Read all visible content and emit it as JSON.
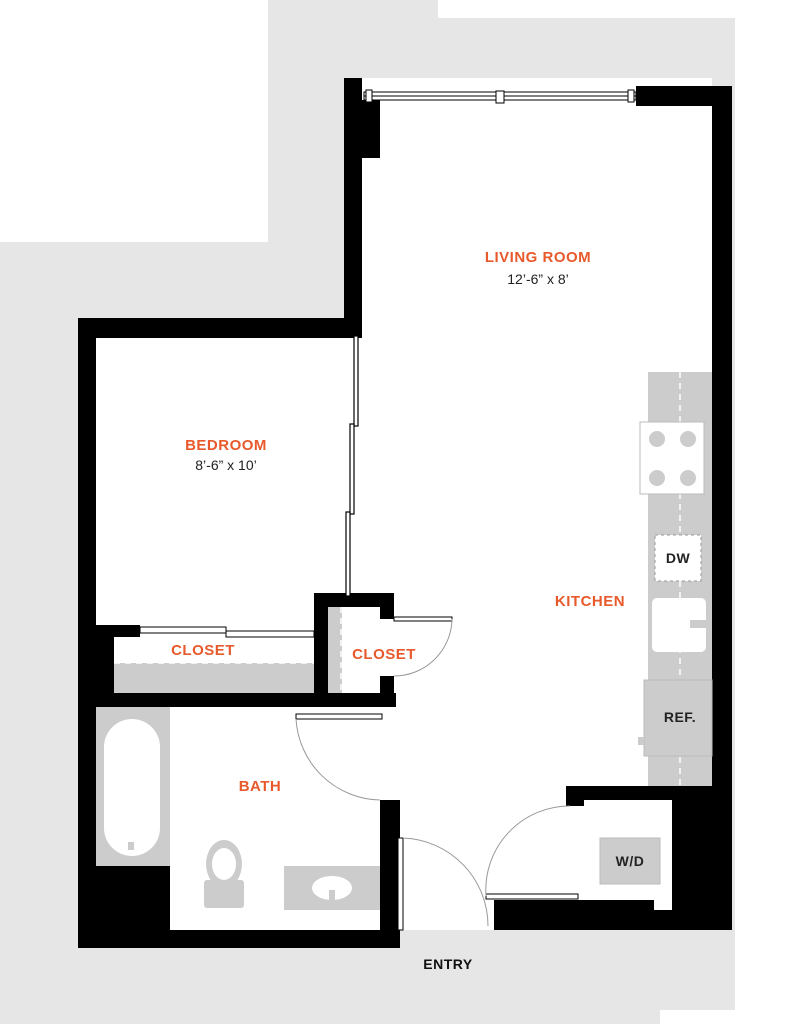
{
  "rooms": {
    "living_room": {
      "name": "LIVING ROOM",
      "dims": "12’-6” x  8’"
    },
    "bedroom": {
      "name": "BEDROOM",
      "dims": "8’-6” x  10’"
    },
    "kitchen": {
      "name": "KITCHEN"
    },
    "bath": {
      "name": "BATH"
    },
    "bedroom_closet": {
      "name": "CLOSET"
    },
    "hall_closet": {
      "name": "CLOSET"
    }
  },
  "appliances": {
    "dishwasher": "DW",
    "refrigerator": "REF.",
    "washer_dryer": "W/D"
  },
  "entry": "ENTRY",
  "colors": {
    "wall": "#000000",
    "exterior": "#e6e6e6",
    "fixture": "#cccccc",
    "room_label": "#e8592b"
  }
}
